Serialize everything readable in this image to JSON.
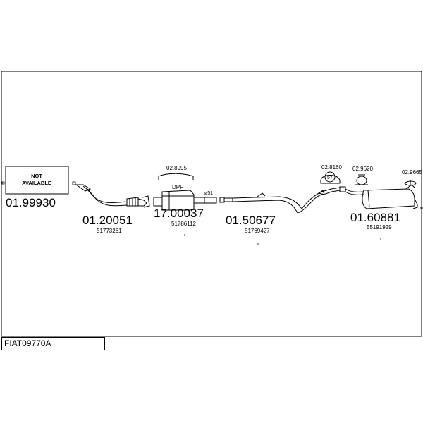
{
  "diagram": {
    "title_block": "FIAT09770A",
    "not_available_box": {
      "line1": "NOT",
      "line2": "AVAILABLE",
      "code": "01.99930"
    },
    "parts": [
      {
        "code": "01.20051",
        "oem": "51773261"
      },
      {
        "code": "17.00037",
        "oem": "51786112",
        "label": "DPF",
        "accessory": "02.8995"
      },
      {
        "code": "01.50677",
        "oem": "51769427",
        "dimension": "ø51"
      },
      {
        "code": "01.60881",
        "oem": "55191929"
      }
    ],
    "accessories": [
      {
        "code": "02.8160",
        "badge": "57"
      },
      {
        "code": "02.9620"
      },
      {
        "code": "02.9665"
      }
    ]
  }
}
